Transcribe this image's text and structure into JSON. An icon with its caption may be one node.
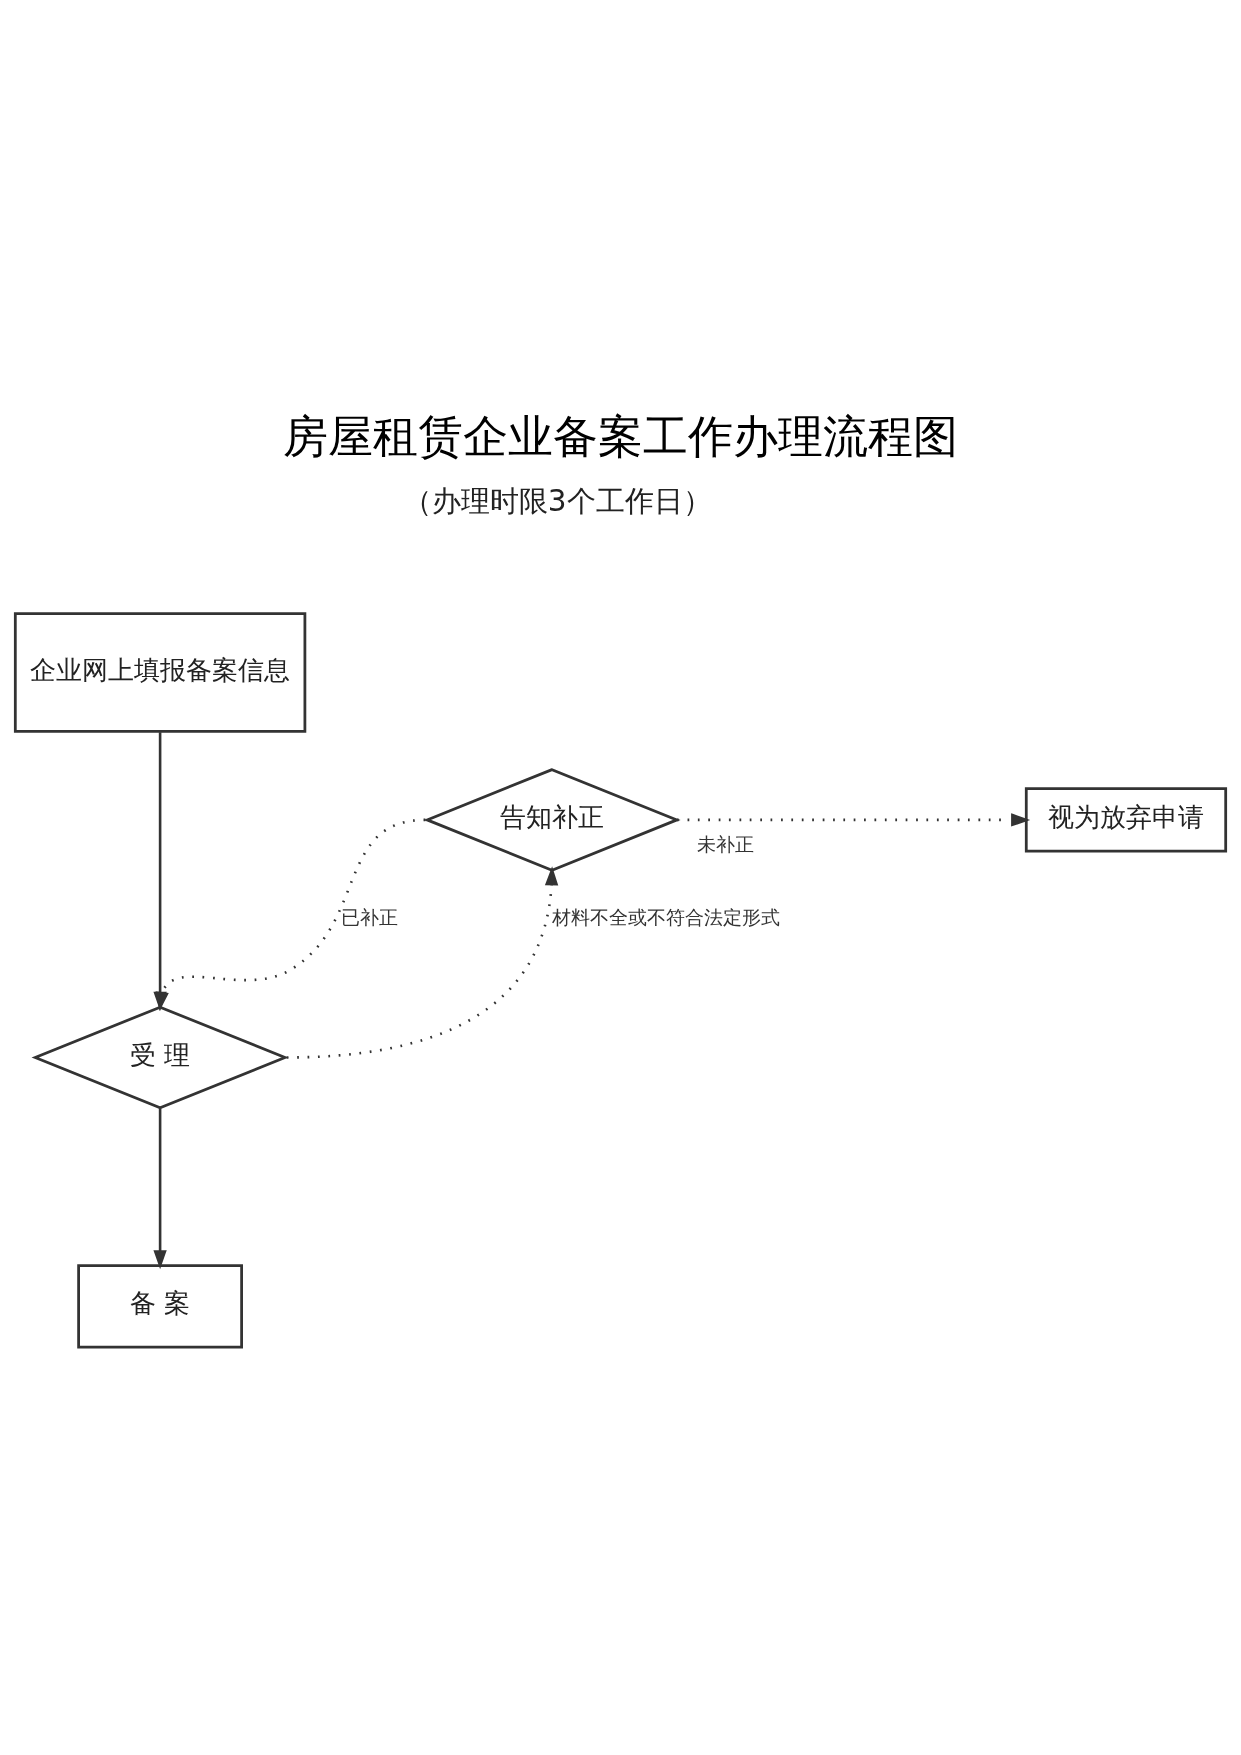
{
  "diagram": {
    "title": "房屋租赁企业备案工作办理流程图",
    "nodes": [
      {
        "text": [
          "企业网上填报备案信息"
        ]
      },
      {
        "text": [
          "告知补正"
        ]
      },
      {
        "text": [
          "视为放弃申请"
        ]
      },
      {
        "text": [
          "受 理"
        ]
      },
      {
        "text": [
          "备 案"
        ]
      }
    ],
    "edges": [
      {
        "from": 0,
        "to": 3,
        "arrow": "to"
      },
      {
        "from": 1,
        "to": 3,
        "arrow": "to",
        "label": "已补正",
        "style": "dashed"
      },
      {
        "from": 1,
        "to": 2,
        "arrow": "to",
        "label": "未补正",
        "style": "dashed"
      },
      {
        "from": 3,
        "to": 1,
        "arrow": "to",
        "label": "材料不全或不符合法定形式",
        "style": "dashed"
      },
      {
        "from": 3,
        "to": 4,
        "arrow": "to"
      }
    ],
    "labels": [
      "（办理时限3个工作日）"
    ]
  }
}
